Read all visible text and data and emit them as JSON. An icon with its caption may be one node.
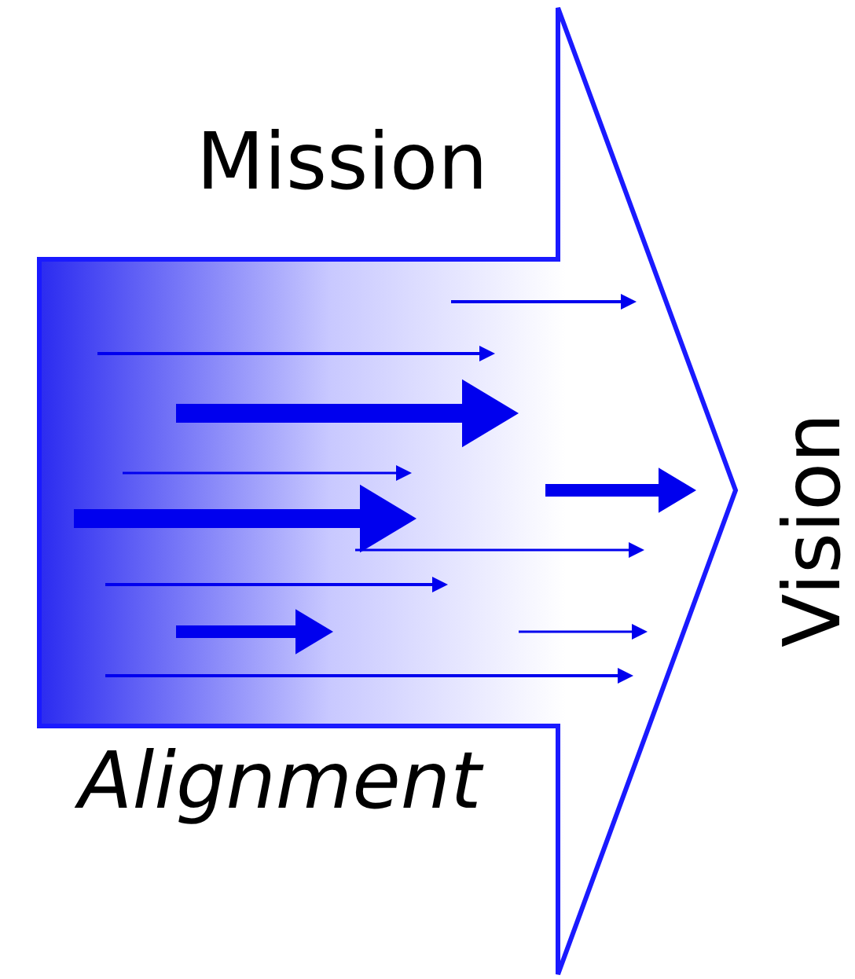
{
  "diagram": {
    "labels": [
      "Mission",
      "Alignment",
      "Vision"
    ]
  }
}
